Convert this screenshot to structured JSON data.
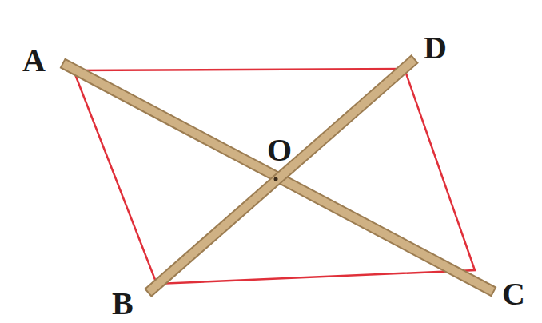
{
  "diagram": {
    "labels": [
      "A",
      "D",
      "O",
      "B",
      "C"
    ]
  }
}
